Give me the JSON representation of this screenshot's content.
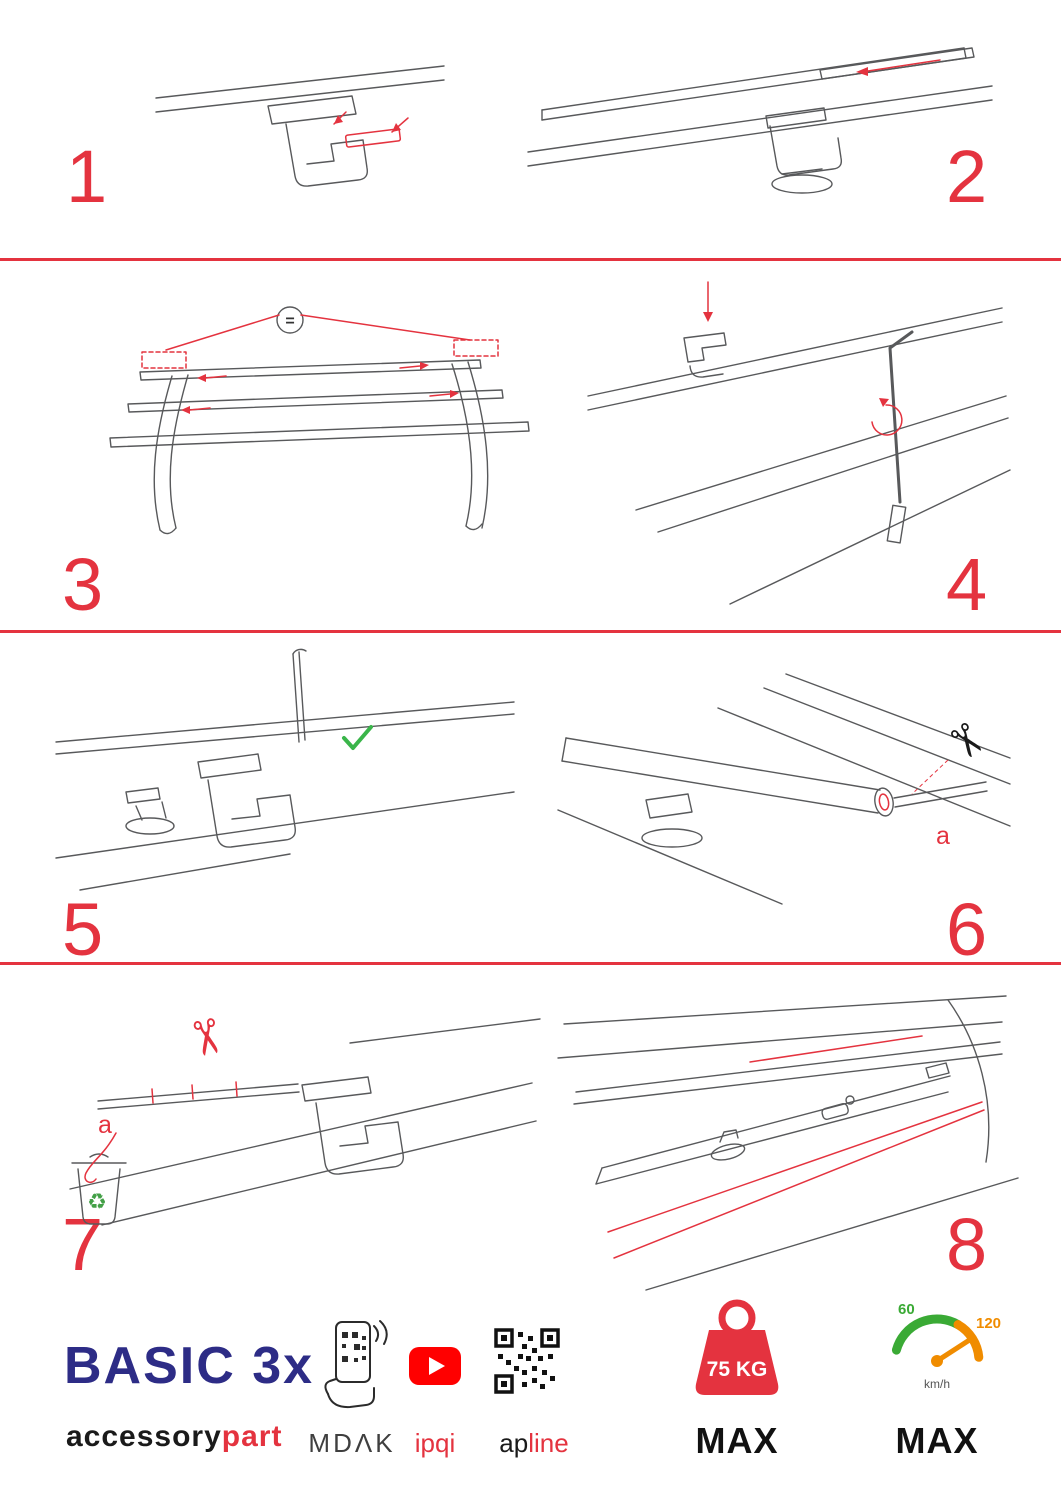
{
  "colors": {
    "accent_red": "#e4333f",
    "navy": "#2d2c86",
    "check_green": "#3ab54a",
    "eco_green": "#43a047",
    "speed_green": "#3aaa35",
    "speed_orange": "#f08c00",
    "youtube_red": "#ff0000"
  },
  "steps": [
    {
      "number": "1"
    },
    {
      "number": "2"
    },
    {
      "number": "3"
    },
    {
      "number": "4"
    },
    {
      "number": "5"
    },
    {
      "number": "6"
    },
    {
      "number": "7"
    },
    {
      "number": "8"
    }
  ],
  "annotations": {
    "equal_spacing": "=",
    "step6_cut_label": "a",
    "step7_cut_label": "a"
  },
  "icons": {
    "scissors": "✂",
    "recycle": "♻"
  },
  "footer": {
    "product_name": "BASIC 3x",
    "brand_part1": "accessory",
    "brand_part2": "part",
    "logo_mdak": "MDΛK",
    "logo_ipqi": "ipqi",
    "logo_apline_part1": "ap",
    "logo_apline_part2": "line",
    "weight_value": "75 KG",
    "weight_max_label": "MAX",
    "speed_tick_low": "60",
    "speed_tick_high": "120",
    "speed_unit": "km/h",
    "speed_max_label": "MAX"
  }
}
